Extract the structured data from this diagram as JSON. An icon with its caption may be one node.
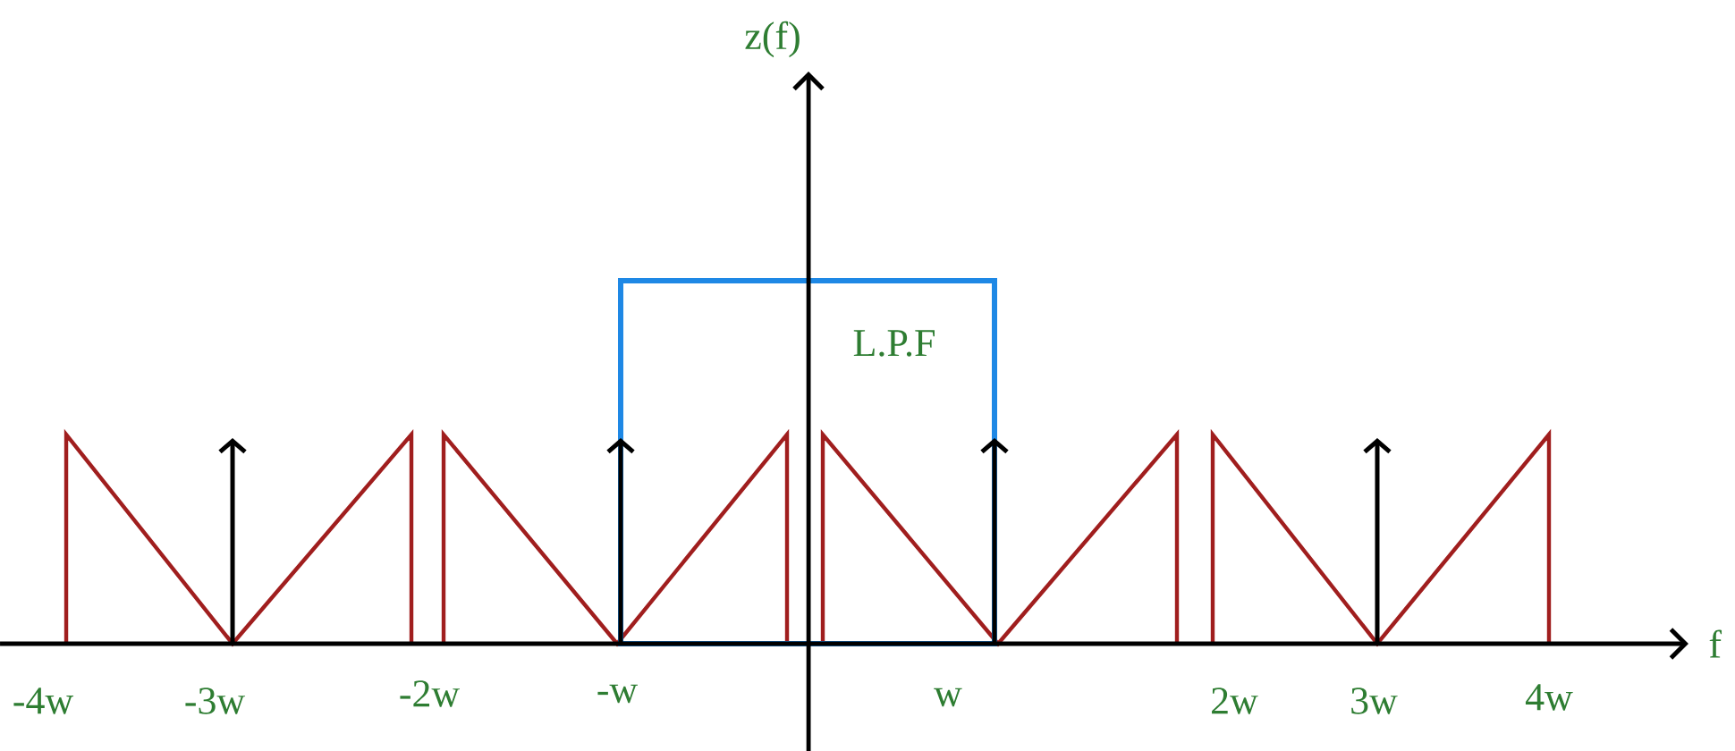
{
  "diagram": {
    "labels": [
      "z(f)",
      "L.P.F",
      "-4w",
      "-3w",
      "-2w",
      "-w",
      "w",
      "2w",
      "3w",
      "4w",
      "f"
    ]
  }
}
